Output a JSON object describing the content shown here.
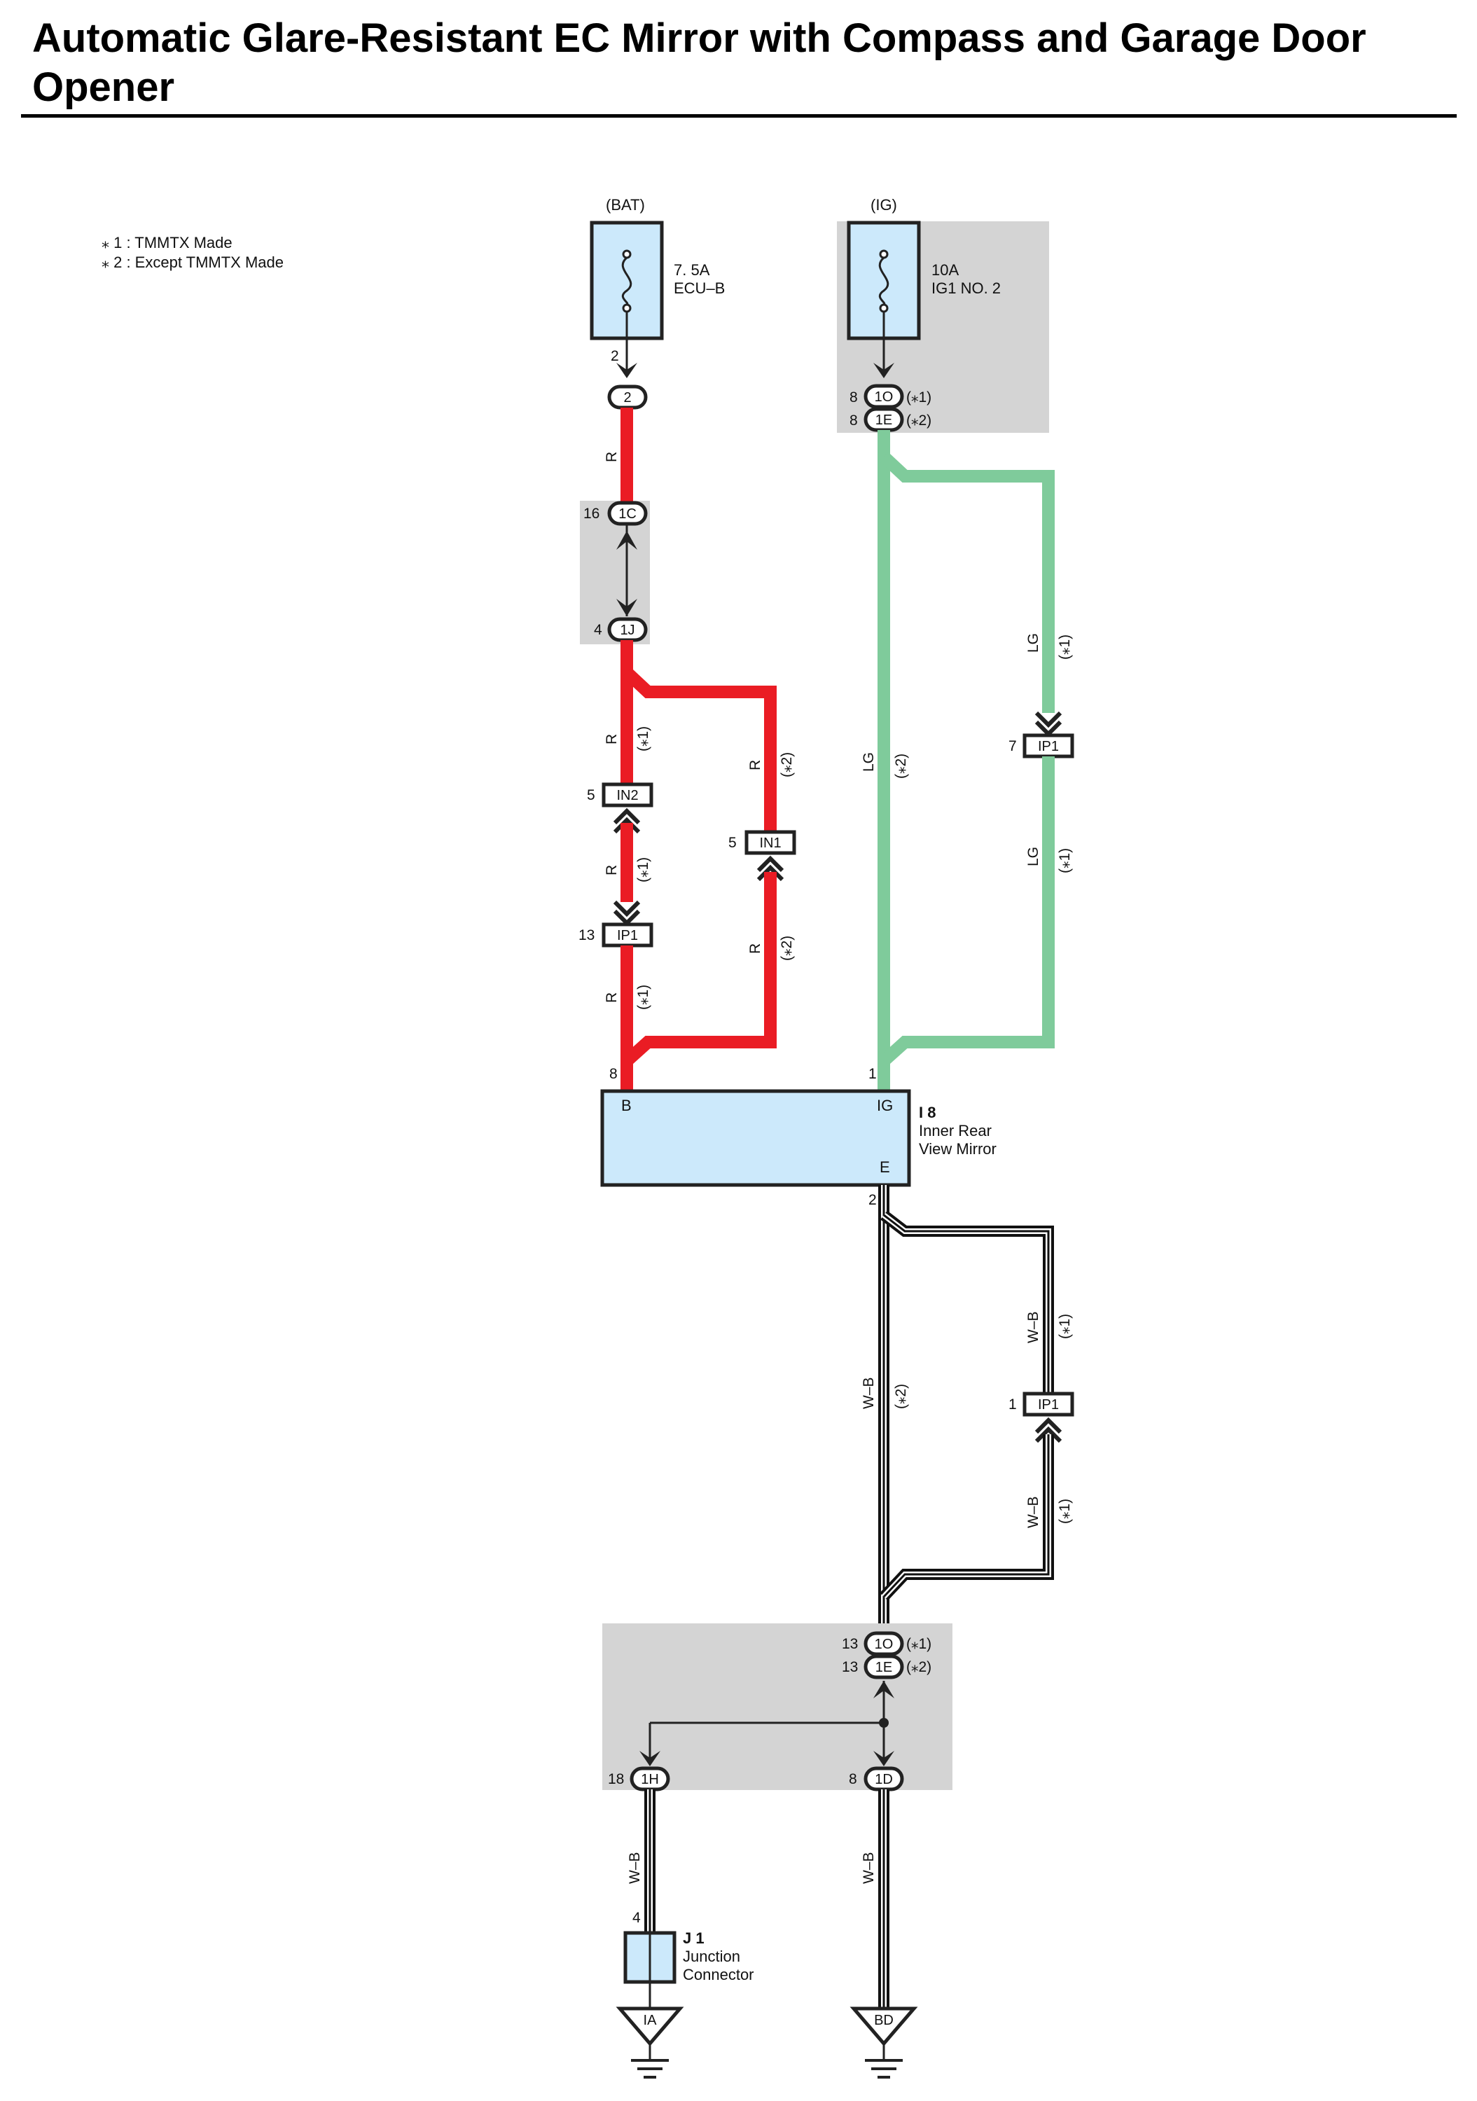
{
  "page": {
    "title": "Automatic Glare-Resistant EC Mirror with Compass and Garage Door Opener"
  },
  "notes": [
    "⁎ 1 : TMMTX Made",
    "⁎ 2 : Except TMMTX Made"
  ],
  "colors": {
    "wire_red": "#ea1c24",
    "wire_lightgreen": "#7fcb9b",
    "wire_white_black": "#111111",
    "component_fill": "#cce9fb",
    "junction_block_fill": "#d4d4d4"
  },
  "power_sources": [
    {
      "name": "(BAT)",
      "fuse_rating": "7. 5A",
      "fuse_name": "ECU–B",
      "pin": "2"
    },
    {
      "name": "(IG)",
      "fuse_rating": "10A",
      "fuse_name": "IG1 NO. 2"
    }
  ],
  "connectors": {
    "bat_out": {
      "id": "2",
      "pin": "2"
    },
    "ig_1O": {
      "id": "1O",
      "pin": "8",
      "variant": "(⁎1)"
    },
    "ig_1E": {
      "id": "1E",
      "pin": "8",
      "variant": "(⁎2)"
    },
    "c_1C": {
      "id": "1C",
      "pin": "16"
    },
    "c_1J": {
      "id": "1J",
      "pin": "4"
    },
    "c_IN2": {
      "id": "IN2",
      "pin": "5"
    },
    "c_IN1": {
      "id": "IN1",
      "pin": "5"
    },
    "c_IP1_red": {
      "id": "IP1",
      "pin": "13"
    },
    "c_IP1_lg": {
      "id": "IP1",
      "pin": "7"
    },
    "c_IP1_wb": {
      "id": "IP1",
      "pin": "1"
    },
    "gnd_1O": {
      "id": "1O",
      "pin": "13",
      "variant": "(⁎1)"
    },
    "gnd_1E": {
      "id": "1E",
      "pin": "13",
      "variant": "(⁎2)"
    },
    "c_1H": {
      "id": "1H",
      "pin": "18"
    },
    "c_1D": {
      "id": "1D",
      "pin": "8"
    }
  },
  "wires": {
    "r": "R",
    "lg": "LG",
    "wb": "W–B",
    "v1": "(⁎1)",
    "v2": "(⁎2)"
  },
  "mirror": {
    "code": "I 8",
    "name_line1": "Inner Rear",
    "name_line2": "View Mirror",
    "terminal_b": "B",
    "terminal_ig": "IG",
    "terminal_e": "E",
    "pin_b": "8",
    "pin_ig": "1",
    "pin_e": "2"
  },
  "junction_connector": {
    "code": "J 1",
    "name_line1": "Junction",
    "name_line2": "Connector",
    "pin": "4"
  },
  "grounds": [
    {
      "name": "IA"
    },
    {
      "name": "BD"
    }
  ]
}
